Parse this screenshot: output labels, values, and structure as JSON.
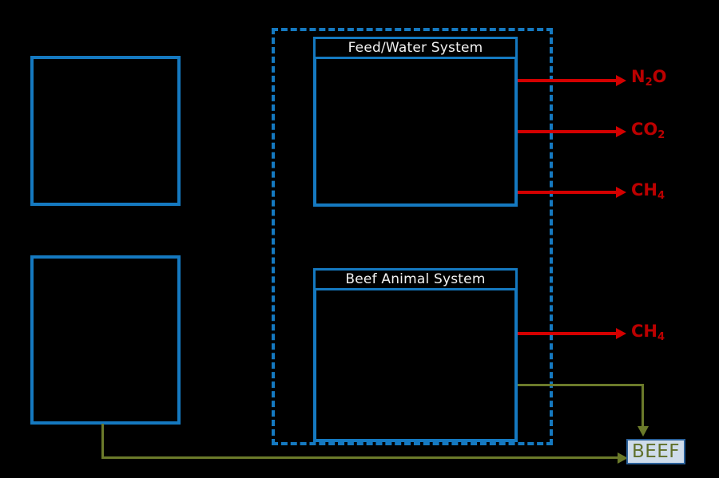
{
  "diagram": {
    "title": "Beef production system boundary diagram",
    "background_color": "#000000",
    "accent_blue": "#1579c0",
    "emission_red": "#d40000",
    "label_red": "#bb0000",
    "product_olive": "#6b7a2a",
    "product_box_fill": "#cfdcea",
    "product_box_border": "#2a6099"
  },
  "boundary": {
    "name": "system-boundary",
    "style": "dashed",
    "label": ""
  },
  "left_boxes": [
    {
      "id": "upper-left-box",
      "label": ""
    },
    {
      "id": "lower-left-box",
      "label": ""
    }
  ],
  "systems": [
    {
      "id": "feed-water-system",
      "title": "Feed/Water System"
    },
    {
      "id": "beef-animal-system",
      "title": "Beef Animal System"
    }
  ],
  "emissions": [
    {
      "id": "emission-n2o",
      "formula": "N",
      "sub": "2",
      "tail": "O",
      "source": "feed-water-system"
    },
    {
      "id": "emission-co2",
      "formula": "CO",
      "sub": "2",
      "tail": "",
      "source": "feed-water-system"
    },
    {
      "id": "emission-ch4-feed",
      "formula": "CH",
      "sub": "4",
      "tail": "",
      "source": "feed-water-system"
    },
    {
      "id": "emission-ch4-animal",
      "formula": "CH",
      "sub": "4",
      "tail": "",
      "source": "beef-animal-system"
    }
  ],
  "product": {
    "id": "beef-product",
    "label": "BEEF"
  },
  "flows": [
    {
      "id": "beef-animal-to-product",
      "from": "beef-animal-system",
      "to": "beef-product",
      "color": "#6b7a2a"
    },
    {
      "id": "lower-left-to-product",
      "from": "lower-left-box",
      "to": "beef-product",
      "color": "#6b7a2a"
    }
  ]
}
